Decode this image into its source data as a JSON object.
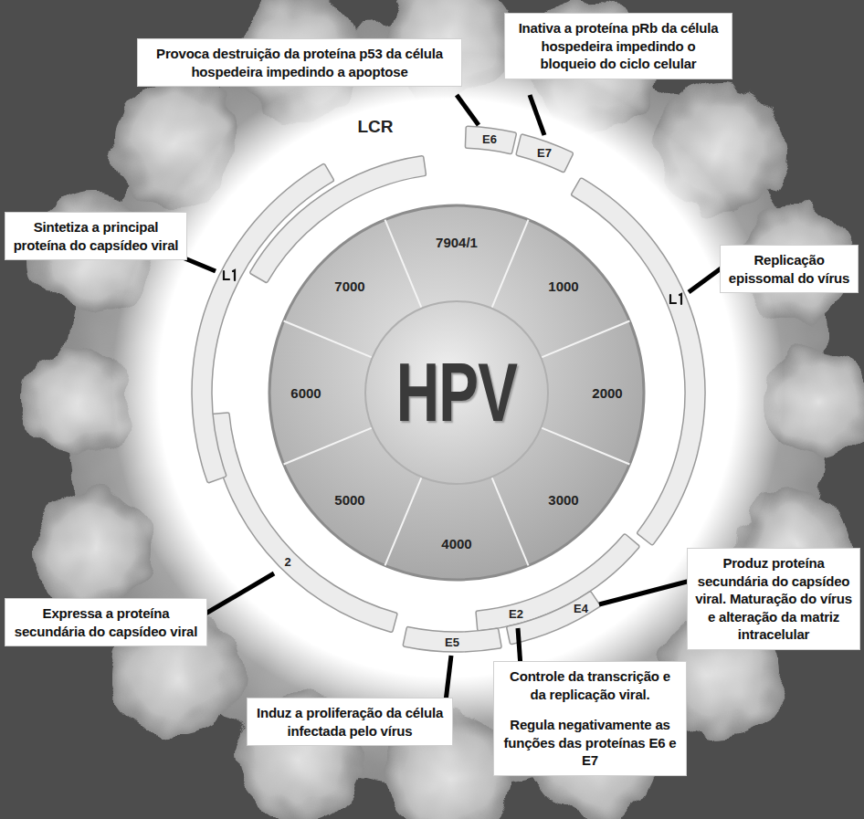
{
  "diagram": {
    "nodes": [
      {
        "text": [
          "Provoca destruição da proteína p53 da célula hospedeira impedindo a apoptose"
        ]
      },
      {
        "text": [
          "Inativa a proteína pRb da célula hospedeira impedindo o bloqueio do ciclo celular"
        ]
      },
      {
        "text": [
          "Sintetiza a principal proteína do capsídeo viral"
        ]
      },
      {
        "text": [
          "Replicação epissomal do vírus"
        ]
      },
      {
        "text": [
          "Expressa a proteína secundária do capsídeo viral"
        ]
      },
      {
        "text": [
          "Produz proteína secundária do capsídeo viral. Maturação do vírus e alteração da matriz intracelular"
        ]
      },
      {
        "text": [
          "Induz a proliferação da célula infectada pelo vírus"
        ]
      },
      {
        "text": [
          "Controle da transcrição e da replicação viral.",
          "Regula negativamente as funções das proteínas E6 e E7"
        ]
      }
    ],
    "labels": [
      "LCR",
      "E6",
      "E7",
      "7904/1",
      "7000",
      "1000",
      "HPV",
      "6000",
      "2000",
      "5000",
      "3000",
      "4000",
      "E4",
      "E2",
      "2",
      "E5"
    ]
  }
}
